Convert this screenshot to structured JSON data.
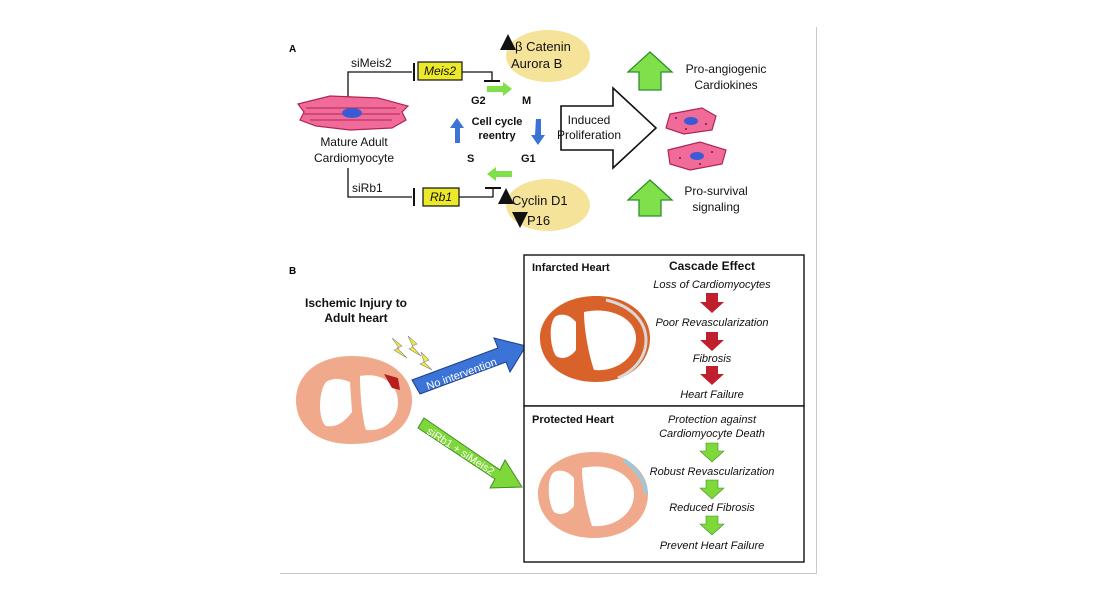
{
  "panel_a": {
    "label": "A",
    "simeis2": "siMeis2",
    "meis2": "Meis2",
    "catenin": "β Catenin",
    "aurora": "Aurora B",
    "g2": "G2",
    "m": "M",
    "s": "S",
    "g1": "G1",
    "cycle_line1": "Cell cycle",
    "cycle_line2": "reentry",
    "mature_line1": "Mature Adult",
    "mature_line2": "Cardiomyocyte",
    "sirb1": "siRb1",
    "rb1": "Rb1",
    "cyclin": "Cyclin D1",
    "p16": "P16",
    "induced_line1": "Induced",
    "induced_line2": "Proliferation",
    "angio_line1": "Pro-angiogenic",
    "angio_line2": "Cardiokines",
    "survival_line1": "Pro-survival",
    "survival_line2": "signaling"
  },
  "panel_b": {
    "label": "B",
    "ischemic_line1": "Ischemic Injury to",
    "ischemic_line2": "Adult heart",
    "no_intervention": "No intervention",
    "treatment": "siRb1 + siMeis2",
    "infarcted": {
      "title": "Infarcted Heart",
      "cascade_title": "Cascade Effect",
      "steps": [
        "Loss of Cardiomyocytes",
        "Poor Revascularization",
        "Fibrosis",
        "Heart Failure"
      ]
    },
    "protected": {
      "title": "Protected Heart",
      "steps_line1": "Protection against",
      "steps_line2": "Cardiomyocyte Death",
      "steps": [
        "Robust Revascularization",
        "Reduced Fibrosis",
        "Prevent Heart Failure"
      ]
    }
  },
  "colors": {
    "yellow_ellipse": "#f6e39a",
    "gene_box": "#ece82a",
    "green_arrow": "#7fe04a",
    "blue_arrow": "#3c73d6",
    "heart": "#f0a98b",
    "infarct": "#d9622a",
    "red_arrow": "#c0202e",
    "myocyte": "#f06a9a"
  }
}
